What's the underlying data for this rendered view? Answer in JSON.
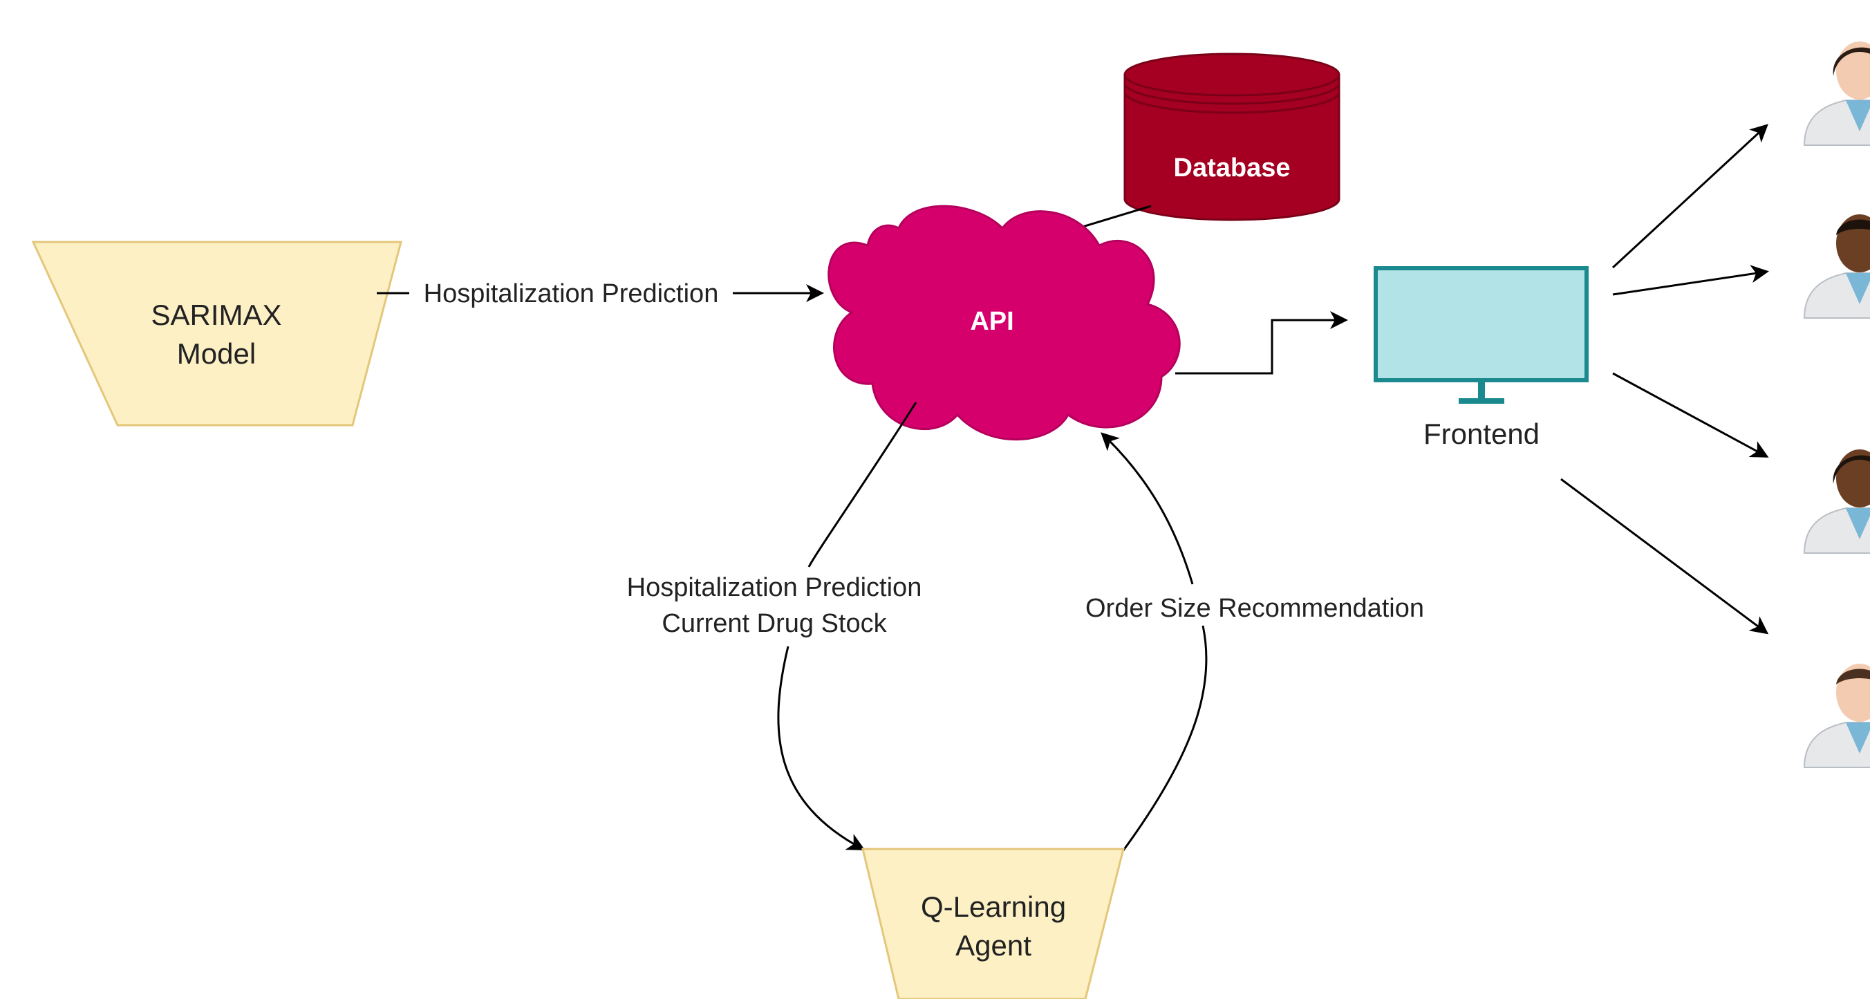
{
  "nodes": {
    "sarimax": {
      "line1": "SARIMAX",
      "line2": "Model"
    },
    "api": {
      "label": "API"
    },
    "database": {
      "label": "Database"
    },
    "frontend": {
      "label": "Frontend"
    },
    "qlearning": {
      "line1": "Q-Learning",
      "line2": "Agent"
    }
  },
  "edges": {
    "sarimax_to_api": "Hospitalization Prediction",
    "api_to_agent_line1": "Hospitalization Prediction",
    "api_to_agent_line2": "Current Drug Stock",
    "agent_to_api": "Order Size Recommendation"
  },
  "users": [
    "doctor-female",
    "doctor-male-dark",
    "doctor-female-dark",
    "doctor-male"
  ],
  "colors": {
    "trapezoid_fill": "#fdf0c5",
    "trapezoid_stroke": "#e3c77a",
    "api_fill": "#d6006d",
    "database_fill": "#a50021",
    "monitor_fill": "#b2e3e6",
    "monitor_stroke": "#1a8a8f"
  }
}
